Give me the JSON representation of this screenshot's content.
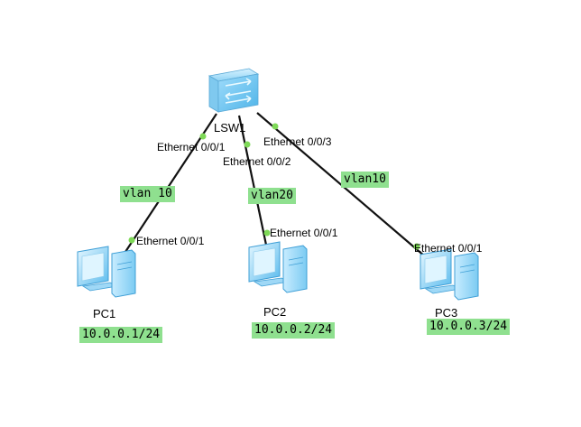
{
  "switch": {
    "name": "LSW1",
    "icon": "switch-icon"
  },
  "pcs": [
    {
      "name": "PC1",
      "ip": "10.0.0.1/24",
      "icon": "pc-icon"
    },
    {
      "name": "PC2",
      "ip": "10.0.0.2/24",
      "icon": "pc-icon"
    },
    {
      "name": "PC3",
      "ip": "10.0.0.3/24",
      "icon": "pc-icon"
    }
  ],
  "links": [
    {
      "switch_port": "Ethernet 0/0/1",
      "pc_port": "Ethernet 0/0/1",
      "vlan": "vlan 10"
    },
    {
      "switch_port": "Ethernet 0/0/2",
      "pc_port": "Ethernet 0/0/1",
      "vlan": "vlan20"
    },
    {
      "switch_port": "Ethernet 0/0/3",
      "pc_port": "Ethernet 0/0/1",
      "vlan": "vlan10"
    }
  ],
  "colors": {
    "link": "#111111",
    "port_dot": "#7ed957",
    "tag_bg": "#8fe08f",
    "device": "#6ec6f0"
  }
}
